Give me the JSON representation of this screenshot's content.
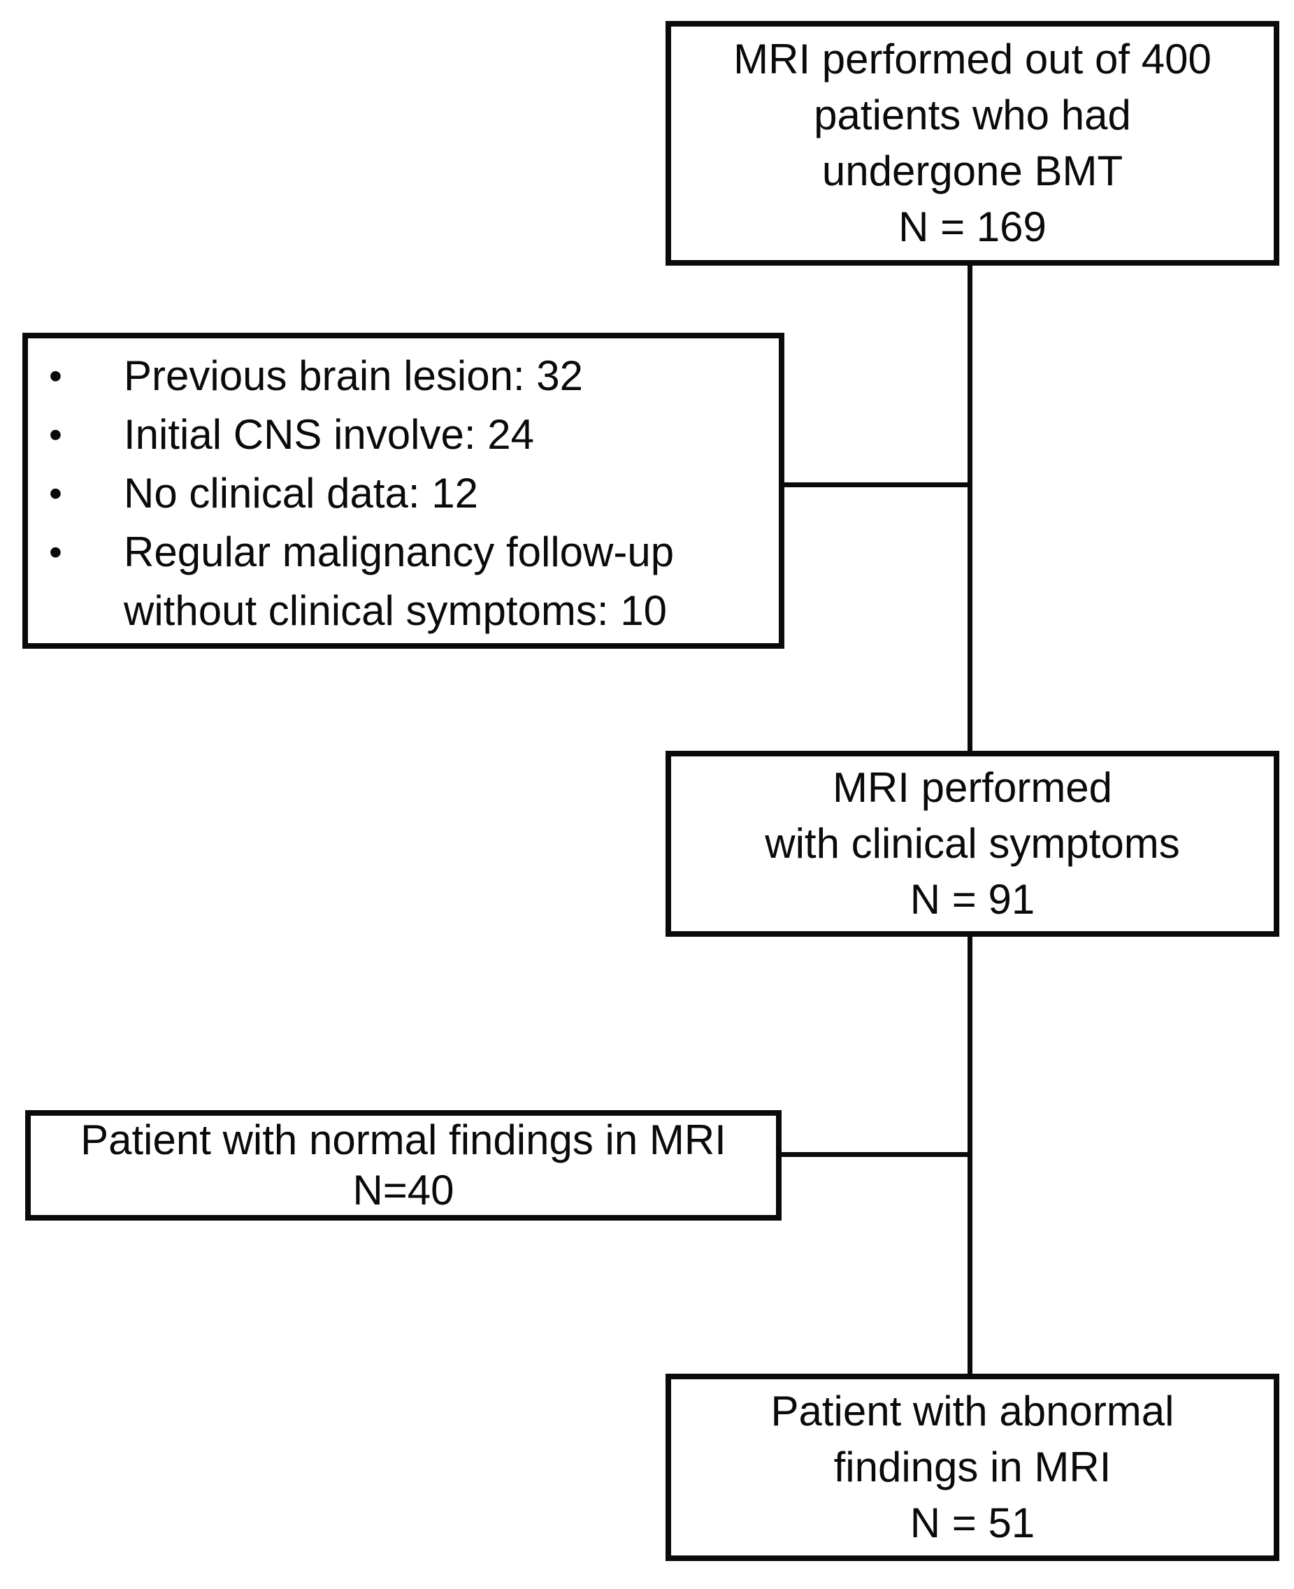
{
  "diagram": {
    "colors": {
      "background": "#ffffff",
      "line": "#0a0a0a",
      "text": "#0a0a0a"
    },
    "top_box": {
      "line1": "MRI performed out of 400",
      "line2": "patients who had",
      "line3": "undergone BMT",
      "line4": "N = 169"
    },
    "exclusion_box": {
      "bullet": "•",
      "items": [
        "Previous brain lesion: 32",
        "Initial CNS involve: 24",
        "No clinical data: 12",
        "Regular malignancy follow-up without clinical symptoms: 10"
      ]
    },
    "symptomatic_box": {
      "line1": "MRI performed",
      "line2": "with clinical symptoms",
      "line3": "N = 91"
    },
    "normal_box": {
      "line1": "Patient with normal findings in MRI",
      "line2": "N=40"
    },
    "abnormal_box": {
      "line1": "Patient with abnormal",
      "line2": "findings in MRI",
      "line3": "N = 51"
    }
  }
}
